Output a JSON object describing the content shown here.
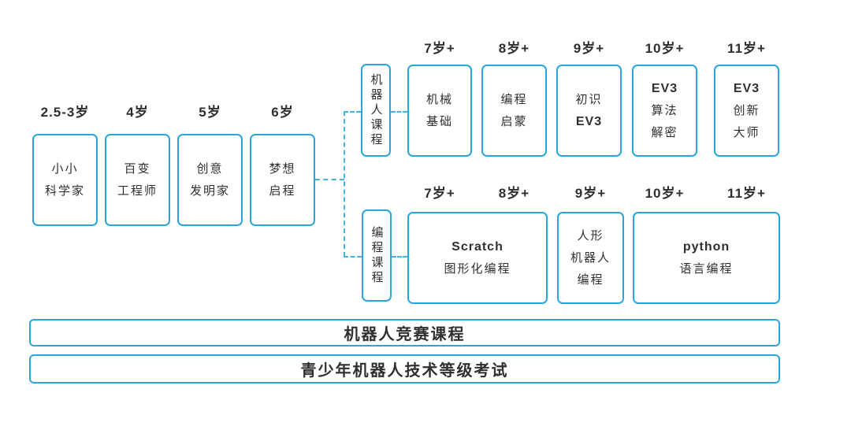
{
  "colors": {
    "accent": "#29a7dd",
    "dash": "#47b3e5",
    "text": "#2f2f2f"
  },
  "foundation": {
    "stages": [
      {
        "age": "2.5-3岁",
        "line1": "小小",
        "line2": "科学家"
      },
      {
        "age": "4岁",
        "line1": "百变",
        "line2": "工程师"
      },
      {
        "age": "5岁",
        "line1": "创意",
        "line2": "发明家"
      },
      {
        "age": "6岁",
        "line1": "梦想",
        "line2": "启程"
      }
    ]
  },
  "robot_track": {
    "label": "机器人课程",
    "ages": [
      "7岁+",
      "8岁+",
      "9岁+",
      "10岁+",
      "11岁+"
    ],
    "courses": [
      {
        "line1": "机械",
        "line2": "基础"
      },
      {
        "line1": "编程",
        "line2": "启蒙"
      },
      {
        "line1": "初识",
        "line2": "EV3"
      },
      {
        "line1": "EV3",
        "line2": "算法",
        "line3": "解密"
      },
      {
        "line1": "EV3",
        "line2": "创新",
        "line3": "大师"
      }
    ]
  },
  "coding_track": {
    "label": "编程课程",
    "ages": [
      "7岁+",
      "8岁+",
      "9岁+",
      "10岁+",
      "11岁+"
    ],
    "courses": [
      {
        "line1": "Scratch",
        "line2": "图形化编程"
      },
      {
        "line1": "人形",
        "line2": "机器人",
        "line3": "编程"
      },
      {
        "line1": "python",
        "line2": "语言编程"
      }
    ]
  },
  "banners": [
    {
      "label": "机器人竞赛课程"
    },
    {
      "label": "青少年机器人技术等级考试"
    }
  ]
}
